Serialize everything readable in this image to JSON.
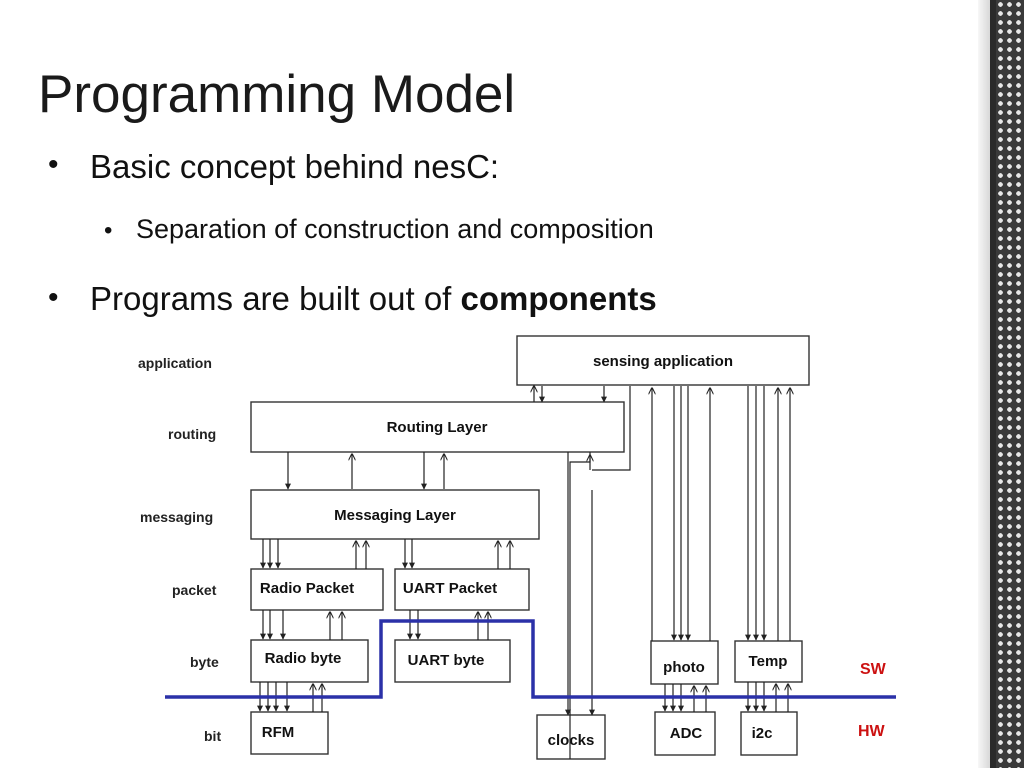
{
  "slide": {
    "title": "Programming Model",
    "bullets": [
      {
        "text": "Basic concept behind nesC:"
      },
      {
        "text": "Separation of construction and composition"
      },
      {
        "text": "Programs are built out of ",
        "bold": "components"
      }
    ]
  },
  "diagram": {
    "layers": [
      "application",
      "routing",
      "messaging",
      "packet",
      "byte",
      "bit"
    ],
    "components": {
      "sensing_application": "sensing application",
      "routing_layer": "Routing Layer",
      "messaging_layer": "Messaging Layer",
      "radio_packet": "Radio Packet",
      "uart_packet": "UART Packet",
      "radio_byte": "Radio byte",
      "uart_byte": "UART byte",
      "rfm": "RFM",
      "clocks": "clocks",
      "photo": "photo",
      "temp": "Temp",
      "adc": "ADC",
      "i2c": "i2c"
    },
    "boundary": {
      "sw": "SW",
      "hw": "HW"
    },
    "colors": {
      "boundary_line": "#2b31a8",
      "boundary_label": "#cc1111",
      "box_stroke": "#333333"
    }
  }
}
